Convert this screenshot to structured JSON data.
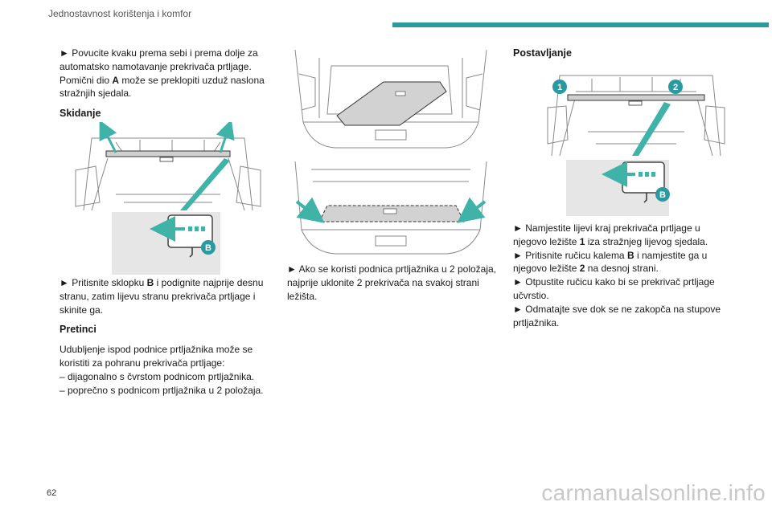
{
  "header": {
    "title": "Jednostavnost korištenja i komfor"
  },
  "col1": {
    "para1_arrow": "►",
    "para1_a": "Povucite kvaku prema sebi i prema dolje za automatsko namotavanje prekrivača prtljage. Pomični dio",
    "para1_bold": "A",
    "para1_b": "može se preklopiti uzduž naslona stražnjih sjedala.",
    "h_skidanje": "Skidanje",
    "para2_arrow": "►",
    "para2_a": "Pritisnite sklopku",
    "para2_bold": "B",
    "para2_b": "i podignite najprije desnu stranu, zatim lijevu stranu prekrivača prtljage i skinite ga.",
    "h_pretinci": "Pretinci",
    "para3": "Udubljenje ispod podnice prtljažnika može se koristiti za pohranu prekrivača prtljage:",
    "list1": "– dijagonalno s čvrstom podnicom prtljažnika.",
    "list2": "– poprečno s podnicom prtljažnika u 2 položaja."
  },
  "col2": {
    "para_arrow": "►",
    "para": "Ako se koristi podnica prtljažnika u 2 položaja, najprije uklonite 2 prekrivača na svakoj strani ležišta."
  },
  "col3": {
    "h_postavljanje": "Postavljanje",
    "s1_arrow": "►",
    "s1_a": "Namjestite lijevi kraj prekrivača prtljage u njegovo ležište",
    "s1_bold": "1",
    "s1_b": "iza stražnjeg lijevog sjedala.",
    "s2_arrow": "►",
    "s2_a": "Pritisnite ručicu kalema",
    "s2_bold": "B",
    "s2_b": "i namjestite ga u njegovo ležište",
    "s2_bold2": "2",
    "s2_c": "na desnoj strani.",
    "s3_arrow": "►",
    "s3": "Otpustite ručicu kako bi se prekrivač prtljage učvrstio.",
    "s4_arrow": "►",
    "s4": "Odmatajte sve dok se ne zakopča na stupove prtljažnika."
  },
  "figures": {
    "label_b": "B",
    "label_1": "1",
    "label_2": "2"
  },
  "footer": {
    "page_number": "62",
    "watermark": "carmanualsonline.info"
  },
  "colors": {
    "accent": "#2a9aa0",
    "callout": "#2a9aa0",
    "arrow": "#3fb3a8"
  }
}
